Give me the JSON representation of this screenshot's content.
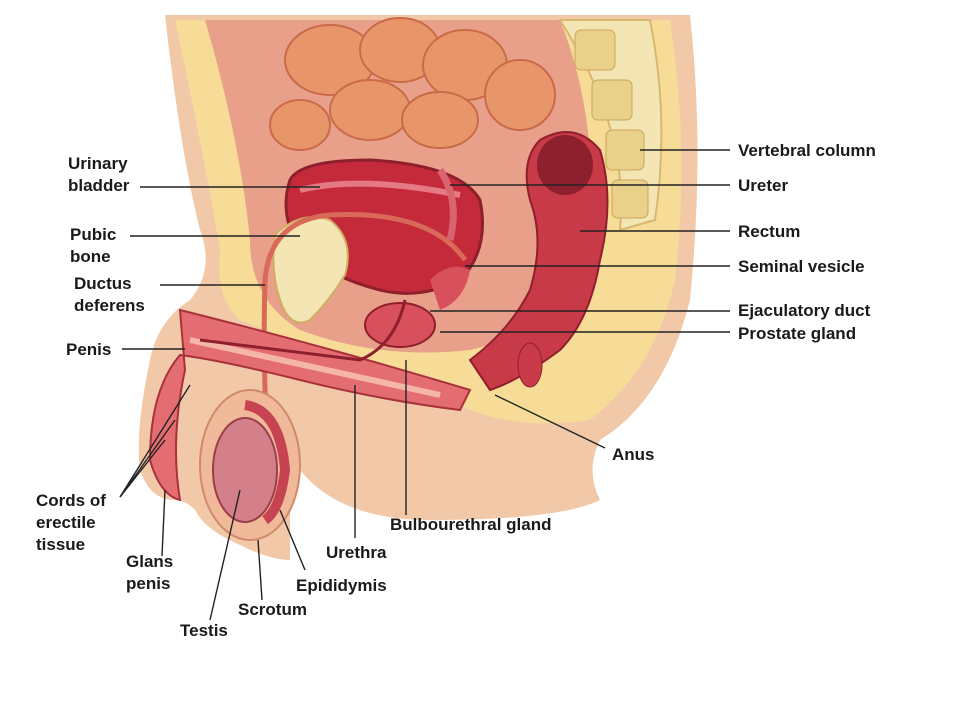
{
  "diagram": {
    "labels": {
      "urinary_bladder_1": "Urinary",
      "urinary_bladder_2": "bladder",
      "pubic_bone_1": "Pubic",
      "pubic_bone_2": "bone",
      "ductus_deferens_1": "Ductus",
      "ductus_deferens_2": "deferens",
      "penis": "Penis",
      "cords_1": "Cords of",
      "cords_2": "erectile",
      "cords_3": "tissue",
      "glans_1": "Glans",
      "glans_2": "penis",
      "testis": "Testis",
      "scrotum": "Scrotum",
      "epididymis": "Epididymis",
      "urethra": "Urethra",
      "bulbourethral_gland": "Bulbourethral gland",
      "anus": "Anus",
      "vertebral_column": "Vertebral column",
      "ureter": "Ureter",
      "rectum": "Rectum",
      "seminal_vesicle": "Seminal vesicle",
      "ejaculatory_duct": "Ejaculatory duct",
      "prostate_gland": "Prostate gland"
    },
    "colors": {
      "skin": "#f2c9a8",
      "fat": "#f6dc96",
      "muscle": "#d9434f",
      "organ": "#c42a3a",
      "bone": "#f3e6b4",
      "intestine": "#e9956a"
    }
  }
}
